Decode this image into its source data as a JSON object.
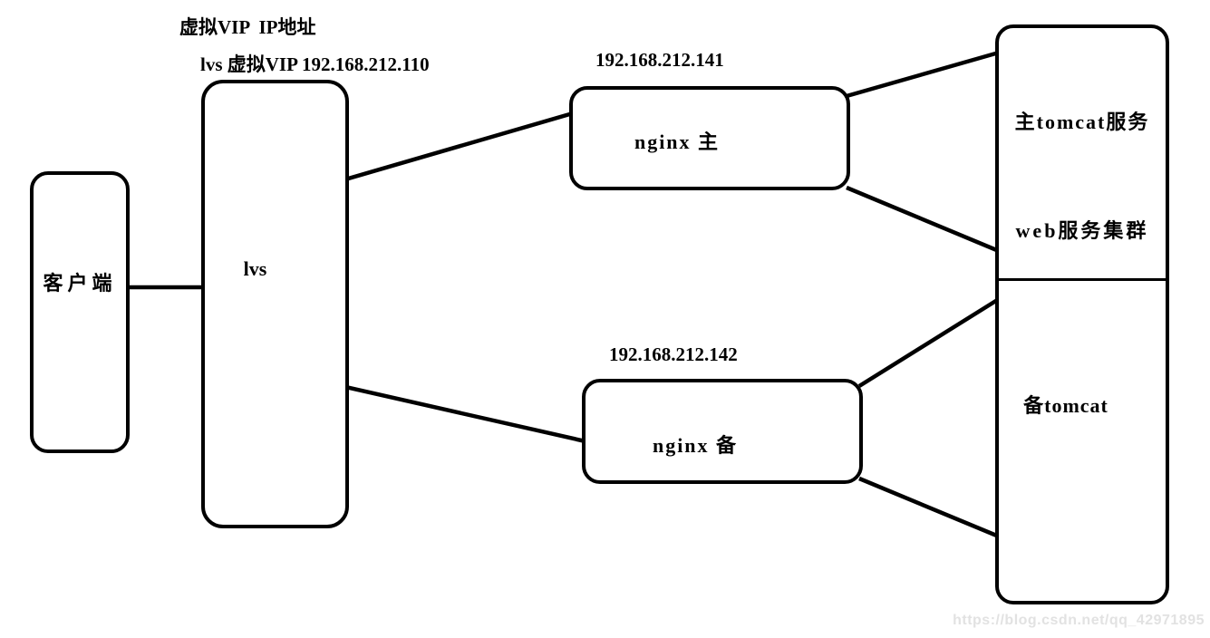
{
  "diagram": {
    "title_labels": {
      "vip_title": "虚拟VIP  IP地址",
      "lvs_vip": "lvs 虚拟VIP 192.168.212.110",
      "nginx_main_ip": "192.168.212.141",
      "nginx_backup_ip": "192.168.212.142"
    },
    "nodes": {
      "client": "客户端",
      "lvs": "lvs",
      "nginx_main": "nginx 主",
      "nginx_backup": "nginx 备",
      "tomcat_main": "主tomcat服务",
      "web_cluster": "web服务集群",
      "tomcat_backup": "备tomcat"
    },
    "edges": [
      "client → lvs",
      "lvs → nginx_main",
      "lvs → nginx_backup",
      "nginx_main → cluster_top",
      "nginx_main → cluster_divider",
      "nginx_backup → cluster_divider",
      "nginx_backup → cluster_bottom"
    ],
    "colors": {
      "background": "#ffffff",
      "line": "#000000",
      "text": "#000000",
      "watermark": "#e2e2e2"
    },
    "watermark": "https://blog.csdn.net/qq_42971895"
  }
}
